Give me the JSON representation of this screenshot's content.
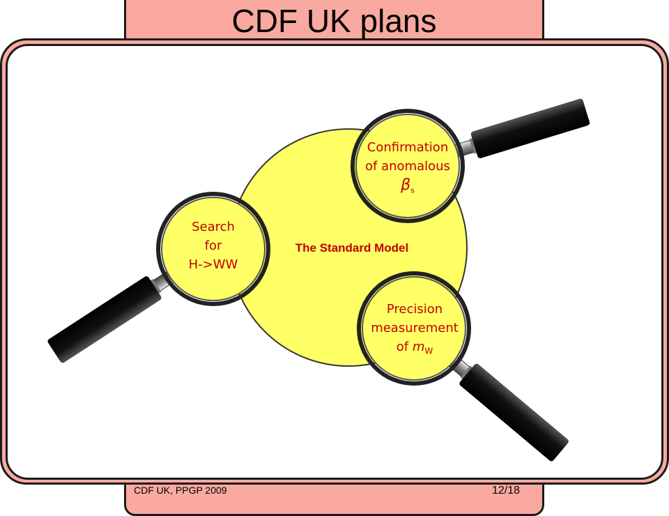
{
  "slide": {
    "title": "CDF UK plans",
    "footer_left": "CDF UK, PPGP 2009",
    "footer_right": "12/18"
  },
  "diagram": {
    "center_label": "The Standard Model",
    "lenses": [
      {
        "lines": [
          "Search",
          "for",
          "H->WW"
        ]
      },
      {
        "lines": [
          "Confirmation",
          "of anomalous",
          "β"
        ],
        "subscript": "s"
      },
      {
        "lines": [
          "Precision",
          "measurement",
          "of m"
        ],
        "subscript": "W"
      }
    ]
  },
  "colors": {
    "frame": "#f9a9a0",
    "circle_fill": "#ffff66",
    "label_red": "#c00000",
    "outline": "#1a1a1a"
  },
  "icons": [
    "magnifying-glass-icon"
  ]
}
